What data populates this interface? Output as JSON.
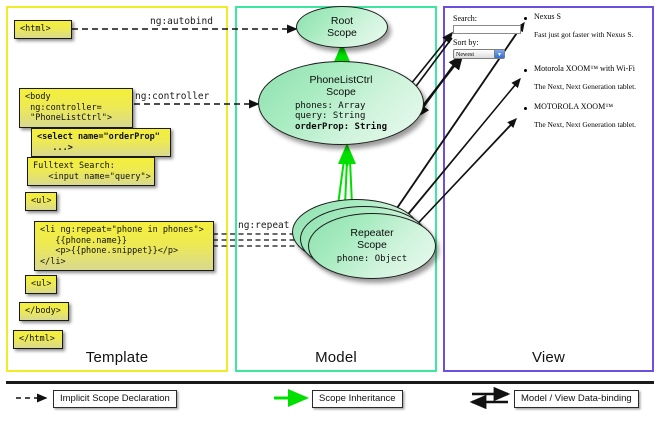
{
  "panels": {
    "template": {
      "title": "Template",
      "border_color": "#f2ec28"
    },
    "model": {
      "title": "Model",
      "border_color": "#3ce8a0"
    },
    "view": {
      "title": "View",
      "border_color": "#6a4fe0"
    }
  },
  "template_boxes": [
    {
      "id": "html-open",
      "text": "<html>"
    },
    {
      "id": "body-open",
      "text": "<body\n ng:controller=\n \"PhoneListCtrl\">"
    },
    {
      "id": "select",
      "text": "<select name=\"orderProp\"\n   ...>"
    },
    {
      "id": "fulltext",
      "text": "Fulltext Search:\n   <input name=\"query\">"
    },
    {
      "id": "ul-open",
      "text": "<ul>"
    },
    {
      "id": "li-repeat",
      "text": "<li ng:repeat=\"phone in phones\">\n   {{phone.name}}\n   <p>{{phone.snippet}}</p>\n</li>"
    },
    {
      "id": "ul-close",
      "text": "<ul>"
    },
    {
      "id": "body-close",
      "text": "</body>"
    },
    {
      "id": "html-close",
      "text": "</html>"
    }
  ],
  "scopes": [
    {
      "id": "root",
      "title_line1": "Root",
      "title_line2": "Scope",
      "props": []
    },
    {
      "id": "ctrl",
      "title_line1": "PhoneListCtrl",
      "title_line2": "Scope",
      "props": [
        {
          "text": "phones: Array",
          "bold": false
        },
        {
          "text": "query: String",
          "bold": false
        },
        {
          "text": "orderProp: String",
          "bold": true
        }
      ]
    },
    {
      "id": "repeater",
      "title_line1": "Repeater",
      "title_line2": "Scope",
      "props": [
        {
          "text": "phone: Object",
          "bold": false
        }
      ]
    }
  ],
  "view": {
    "search_label": "Search:",
    "search_value": "",
    "sort_label": "Sort by:",
    "sort_selected": "Newest",
    "sort_options": [
      "Newest"
    ],
    "phones": [
      {
        "name": "Nexus S",
        "snippet": "Fast just got faster with Nexus S."
      },
      {
        "name": "Motorola XOOM™  with Wi-Fi",
        "snippet": "The Next, Next Generation tablet."
      },
      {
        "name": "MOTOROLA XOOM™",
        "snippet": "The Next, Next Generation tablet."
      }
    ]
  },
  "wire_labels": {
    "autobind": "ng:autobind",
    "controller": "ng:controller",
    "repeat": "ng:repeat"
  },
  "legend": [
    {
      "id": "implicit",
      "label": "Implicit Scope Declaration",
      "style": "dashed-arrow",
      "color": "#1a1a1a"
    },
    {
      "id": "inheritance",
      "label": "Scope Inheritance",
      "style": "solid-arrow",
      "color": "#00e000"
    },
    {
      "id": "databinding",
      "label": "Model / View Data-binding",
      "style": "double-arrow",
      "color": "#1a1a1a"
    }
  ],
  "colors": {
    "inheritance_green": "#00e000",
    "box_yellow": "#f0eb3c",
    "scope_green": "#8de0ae",
    "stroke": "#1a1a1a"
  }
}
